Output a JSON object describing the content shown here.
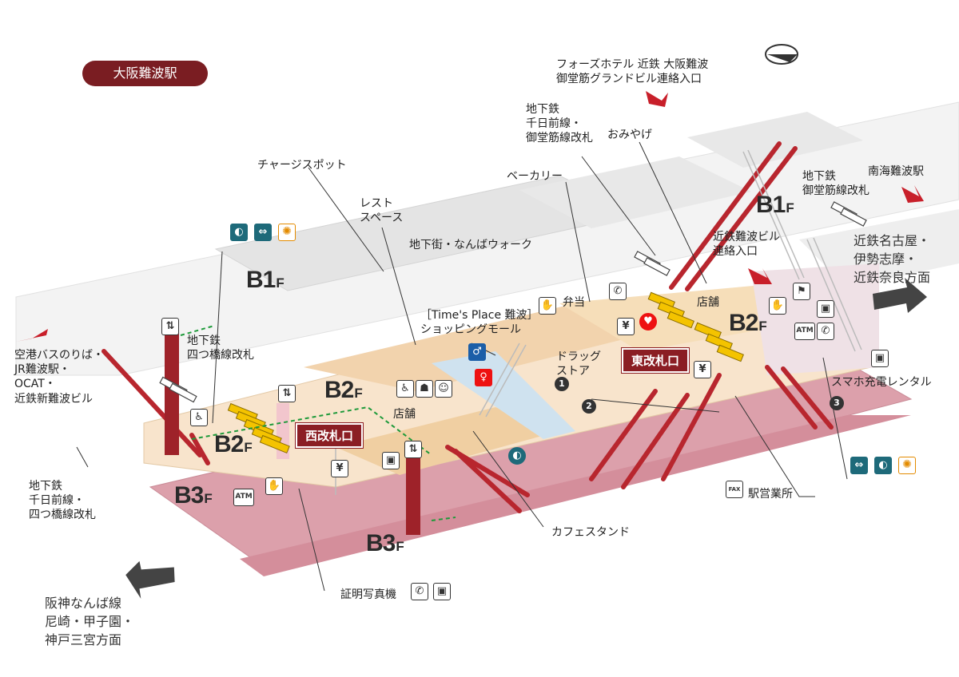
{
  "station_title": "大阪難波駅",
  "floors": {
    "b1": "B1",
    "b2": "B2",
    "b3": "B3",
    "suffix": "F"
  },
  "gates": {
    "west": "西改札口",
    "east": "東改札口"
  },
  "labels": {
    "hotel": "フォーズホテル 近鉄 大阪難波\n御堂筋グランドビル連絡入口",
    "midosuji_gate_top": "地下鉄\n千日前線・\n御堂筋線改札",
    "omiyage": "おみやげ",
    "charge_spot": "チャージスポット",
    "bakery": "ベーカリー",
    "rest_space": "レスト\nスペース",
    "namba_walk": "地下街・なんばウォーク",
    "nankai": "南海難波駅",
    "midosuji_gate_right": "地下鉄\n御堂筋線改札",
    "kintetsu_bldg": "近鉄難波ビル\n連絡入口",
    "shop_right": "店舗",
    "bento": "弁当",
    "times_place": "［Time's Place 難波］\nショッピングモール",
    "drugstore": "ドラッグ\nストア",
    "airport_bus": "空港バスのりば・\nJR難波駅・\nOCAT・\n近鉄新難波ビル",
    "yotsubashi_gate": "地下鉄\n四つ橋線改札",
    "shop_center": "店舗",
    "sennichimae_gate": "地下鉄\n千日前線・\n四つ橋線改札",
    "cafe": "カフェスタンド",
    "photo": "証明写真機",
    "station_office": "駅営業所",
    "phone_rental": "スマホ充電レンタル"
  },
  "destinations": {
    "kintetsu": "近鉄名古屋・\n伊勢志摩・\n近鉄奈良方面",
    "hanshin": "阪神なんば線\n尼崎・甲子園・\n神戸三宮方面"
  },
  "icon_text": {
    "atm": "ATM",
    "yen": "¥",
    "fax": "FAX"
  },
  "numbers": [
    "1",
    "2",
    "3"
  ],
  "colors": {
    "title_bg": "#7a1d22",
    "gate_bg": "#8b1e24",
    "b3_floor": "#d99aa6",
    "b2_floor": "#f7dfc3",
    "b1_floor": "#f2f2f2",
    "escalator": "#b8262e",
    "ticket_gate": "#f4c300"
  }
}
